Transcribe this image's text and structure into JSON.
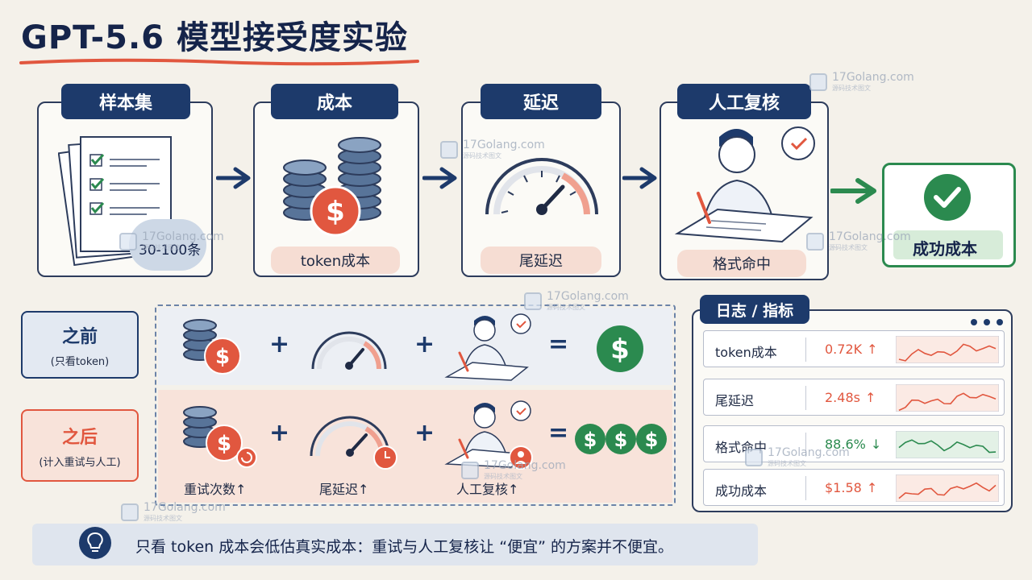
{
  "title": "GPT-5.6 模型接受度实验",
  "flow": {
    "samples": {
      "tab": "样本集",
      "badge": "30-100条"
    },
    "cost": {
      "tab": "成本",
      "pill": "token成本"
    },
    "latency": {
      "tab": "延迟",
      "pill": "尾延迟"
    },
    "review": {
      "tab": "人工复核",
      "pill": "格式命中"
    },
    "result": {
      "label": "成功成本"
    }
  },
  "before": {
    "title": "之前",
    "subtitle": "(只看token)"
  },
  "after": {
    "title": "之后",
    "subtitle": "(计入重试与人工)",
    "captions": [
      "重试次数↑",
      "尾延迟↑",
      "人工复核↑"
    ]
  },
  "operators": {
    "plus": "+",
    "equals": "="
  },
  "log": {
    "title": "日志 / 指标",
    "rows": [
      {
        "label": "token成本",
        "value": "0.72K",
        "arrow": "↑",
        "color": "#e1573f",
        "trend": "up"
      },
      {
        "label": "尾延迟",
        "value": "2.48s",
        "arrow": "↑",
        "color": "#e1573f",
        "trend": "up"
      },
      {
        "label": "格式命中",
        "value": "88.6%",
        "arrow": "↓",
        "color": "#2b8a4f",
        "trend": "down"
      },
      {
        "label": "成功成本",
        "value": "$1.58",
        "arrow": "↑",
        "color": "#e1573f",
        "trend": "up"
      }
    ]
  },
  "footer": "只看 token 成本会低估真实成本：重试与人工复核让 “便宜” 的方案并不便宜。",
  "watermark": {
    "text": "17Golang.com",
    "sub": "源码技术图文"
  },
  "colors": {
    "navy": "#1d3a6b",
    "red": "#e1573f",
    "green": "#2b8a4f",
    "paper": "#f4f1ea"
  }
}
